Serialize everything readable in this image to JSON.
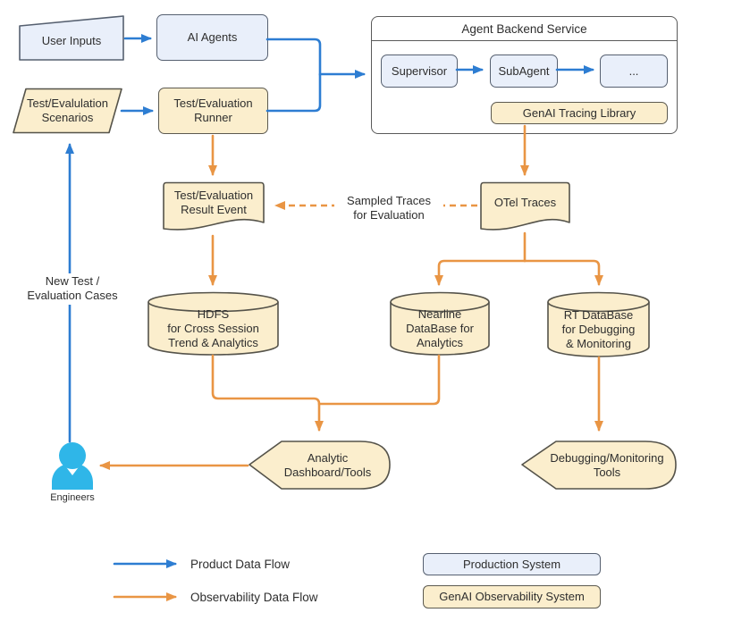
{
  "nodes": {
    "user_inputs": "User Inputs",
    "ai_agents": "AI Agents",
    "backend_title": "Agent Backend Service",
    "supervisor": "Supervisor",
    "subagent": "SubAgent",
    "more_agents": "...",
    "tracing_library": "GenAI Tracing Library",
    "scenarios": "Test/Evalulation\nScenarios",
    "runner": "Test/Evaluation\nRunner",
    "result_event": "Test/Evaluation\nResult Event",
    "otel_traces": "OTel Traces",
    "hdfs": "HDFS\nfor Cross Session\nTrend & Analytics",
    "nearline": "Nearline\nDataBase for\nAnalytics",
    "rt_db": "RT DataBase\nfor Debugging\n& Monitoring",
    "analytic_tools": "Analytic\nDashboard/Tools",
    "debug_tools": "Debugging/Monitoring\nTools",
    "engineers": "Engineers"
  },
  "edge_labels": {
    "sampled_traces": "Sampled Traces\nfor Evaluation",
    "new_cases": "New Test /\nEvaluation Cases"
  },
  "legend": {
    "product_flow": "Product Data Flow",
    "observability_flow": "Observability Data Flow",
    "production_system": "Production System",
    "genai_observability": "GenAI Observability System"
  },
  "colors": {
    "product_flow_blue": "#2d7dd2",
    "observability_flow_orange": "#e99544",
    "production_fill": "#e9effa",
    "observability_fill": "#fbeecd",
    "person_icon": "#2fb6e8"
  }
}
